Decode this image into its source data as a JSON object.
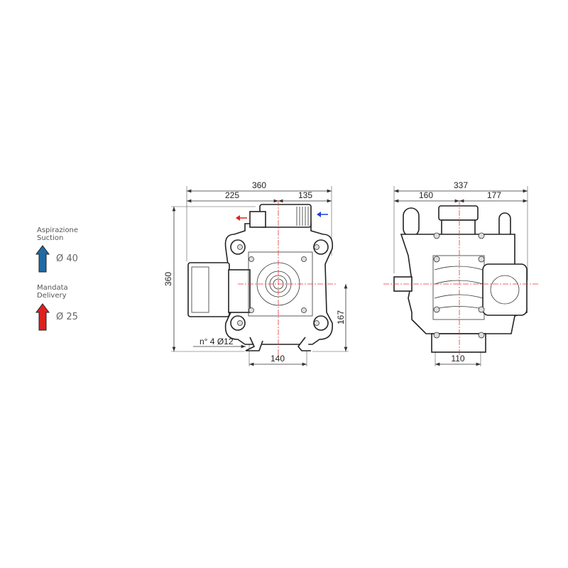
{
  "legend": {
    "suction": {
      "label_it": "Aspirazione",
      "label_en": "Suction",
      "diameter": "Ø 40",
      "color": "#1f6aa5"
    },
    "delivery": {
      "label_it": "Mandata",
      "label_en": "Delivery",
      "diameter": "Ø 25",
      "color": "#e02020"
    }
  },
  "front_view": {
    "overall_width": "360",
    "left_width": "225",
    "right_width": "135",
    "overall_height": "360",
    "axis_height": "167",
    "feet_spacing": "140",
    "mounting_holes": "n° 4 Ø12"
  },
  "side_view": {
    "overall_width": "337",
    "left_width": "160",
    "right_width": "177",
    "base_width": "110"
  }
}
